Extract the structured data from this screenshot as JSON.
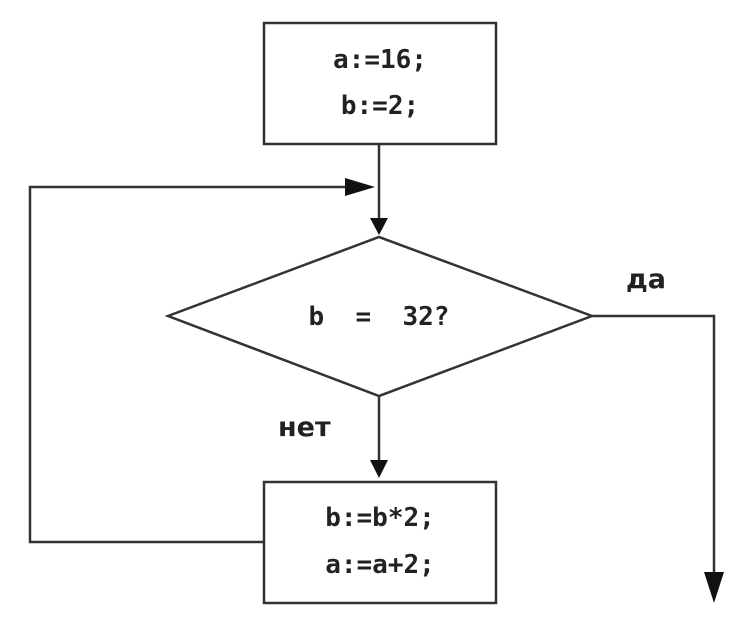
{
  "init_block": {
    "line1": "a:=16;",
    "line2": "b:=2;"
  },
  "condition": {
    "text": "b  =  32?"
  },
  "branch_yes": {
    "label": "да"
  },
  "branch_no": {
    "label": "нет"
  },
  "loop_block": {
    "line1": "b:=b*2;",
    "line2": "a:=a+2;"
  },
  "colors": {
    "stroke": "#333333",
    "text": "#222222",
    "background": "#ffffff"
  }
}
